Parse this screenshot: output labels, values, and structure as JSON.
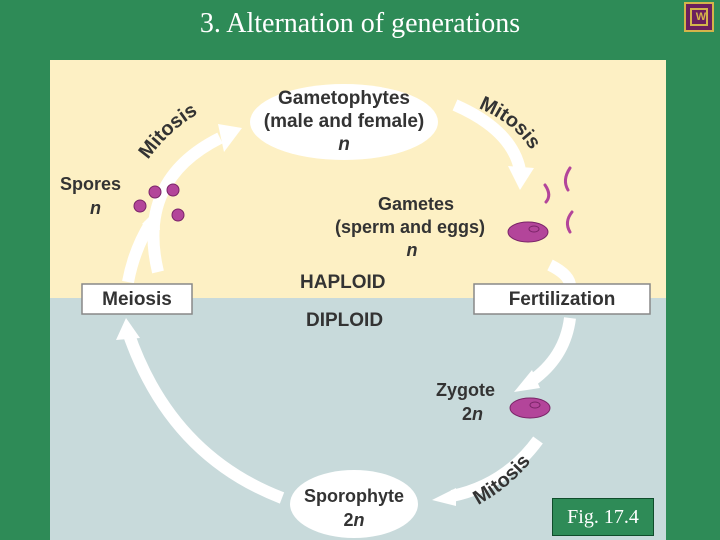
{
  "slide": {
    "title": "3. Alternation of generations",
    "caption": "Fig. 17.4"
  },
  "colors": {
    "background": "#2e8b57",
    "haploid_zone": "#fdf0c4",
    "diploid_zone": "#c8dadb",
    "cell": "#b3459a",
    "arrow": "#ffffff"
  },
  "diagram": {
    "gametophytes": {
      "line1": "Gametophytes",
      "line2": "(male and female)",
      "ploidy": "n"
    },
    "mitosis_top_left": "Mitosis",
    "mitosis_top_right": "Mitosis",
    "spores": {
      "label": "Spores",
      "ploidy": "n"
    },
    "gametes": {
      "line1": "Gametes",
      "line2": "(sperm and eggs)",
      "ploidy": "n"
    },
    "haploid": "HAPLOID",
    "diploid": "DIPLOID",
    "meiosis": "Meiosis",
    "fertilization": "Fertilization",
    "zygote": {
      "label": "Zygote",
      "ploidy_number": "2",
      "ploidy_letter": "n"
    },
    "mitosis_bottom": "Mitosis",
    "sporophyte": {
      "label": "Sporophyte",
      "ploidy_number": "2",
      "ploidy_letter": "n"
    }
  }
}
